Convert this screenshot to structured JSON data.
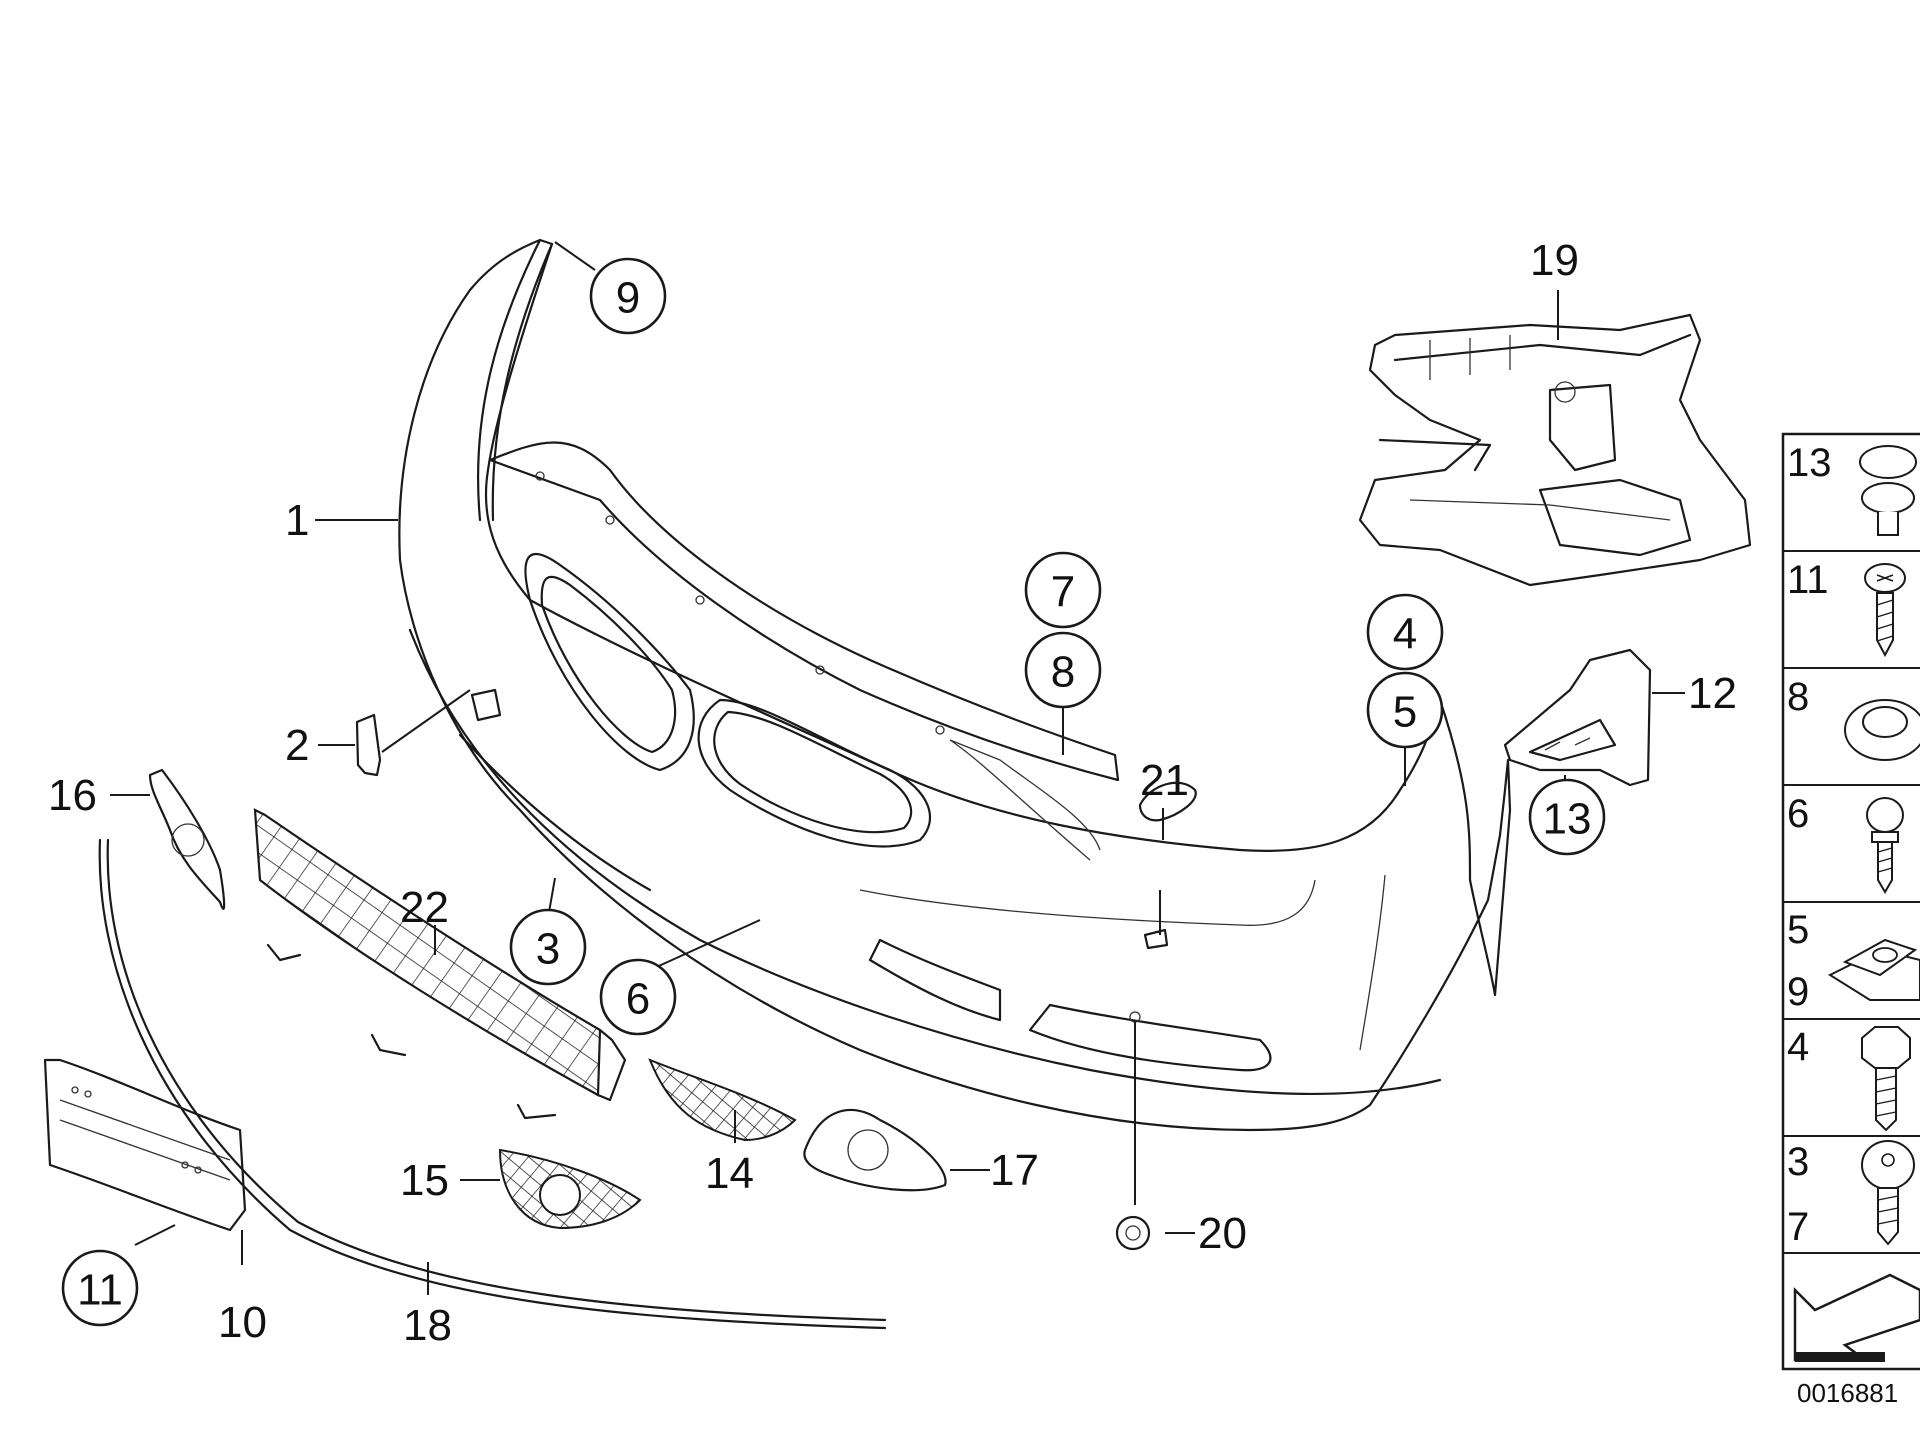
{
  "callouts": {
    "c1": "1",
    "c2": "2",
    "c3": "3",
    "c4": "4",
    "c5": "5",
    "c6": "6",
    "c7": "7",
    "c8": "8",
    "c9": "9",
    "c10": "10",
    "c11": "11",
    "c12": "12",
    "c13": "13",
    "c13b": "13",
    "c14": "14",
    "c15": "15",
    "c16": "16",
    "c17": "17",
    "c18": "18",
    "c19": "19",
    "c20": "20",
    "c21": "21",
    "c22": "22"
  },
  "fastener_panel": {
    "rows": [
      {
        "numbers": [
          "13"
        ],
        "icon": "push-clip-icon"
      },
      {
        "numbers": [
          "11"
        ],
        "icon": "screw-icon"
      },
      {
        "numbers": [
          "8"
        ],
        "icon": "grommet-icon"
      },
      {
        "numbers": [
          "6"
        ],
        "icon": "torx-screw-icon"
      },
      {
        "numbers": [
          "5",
          "9"
        ],
        "icon": "spring-nut-icon"
      },
      {
        "numbers": [
          "4"
        ],
        "icon": "hex-bolt-icon"
      },
      {
        "numbers": [
          "3",
          "7"
        ],
        "icon": "flange-screw-icon"
      },
      {
        "numbers": [],
        "icon": "arrow-icon"
      }
    ]
  },
  "catalog_number": "0016881"
}
